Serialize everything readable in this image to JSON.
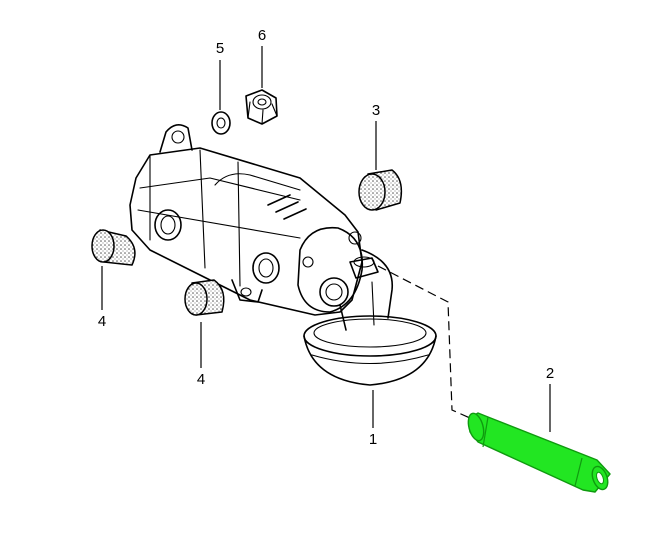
{
  "colors": {
    "background": "#ffffff",
    "line": "#000000",
    "highlight": "#22e622",
    "highlight_edge": "#0f9a0f",
    "bushing_stipple": "#c9c9c9"
  },
  "callouts": {
    "c1": "1",
    "c2": "2",
    "c3": "3",
    "c4a": "4",
    "c4b": "4",
    "c5": "5",
    "c6": "6"
  },
  "parts": {
    "p1": "oil-pump-body",
    "p2": "shaft-highlighted",
    "p3": "bushing",
    "p4": "bushing",
    "p5": "washer",
    "p6": "nut"
  }
}
